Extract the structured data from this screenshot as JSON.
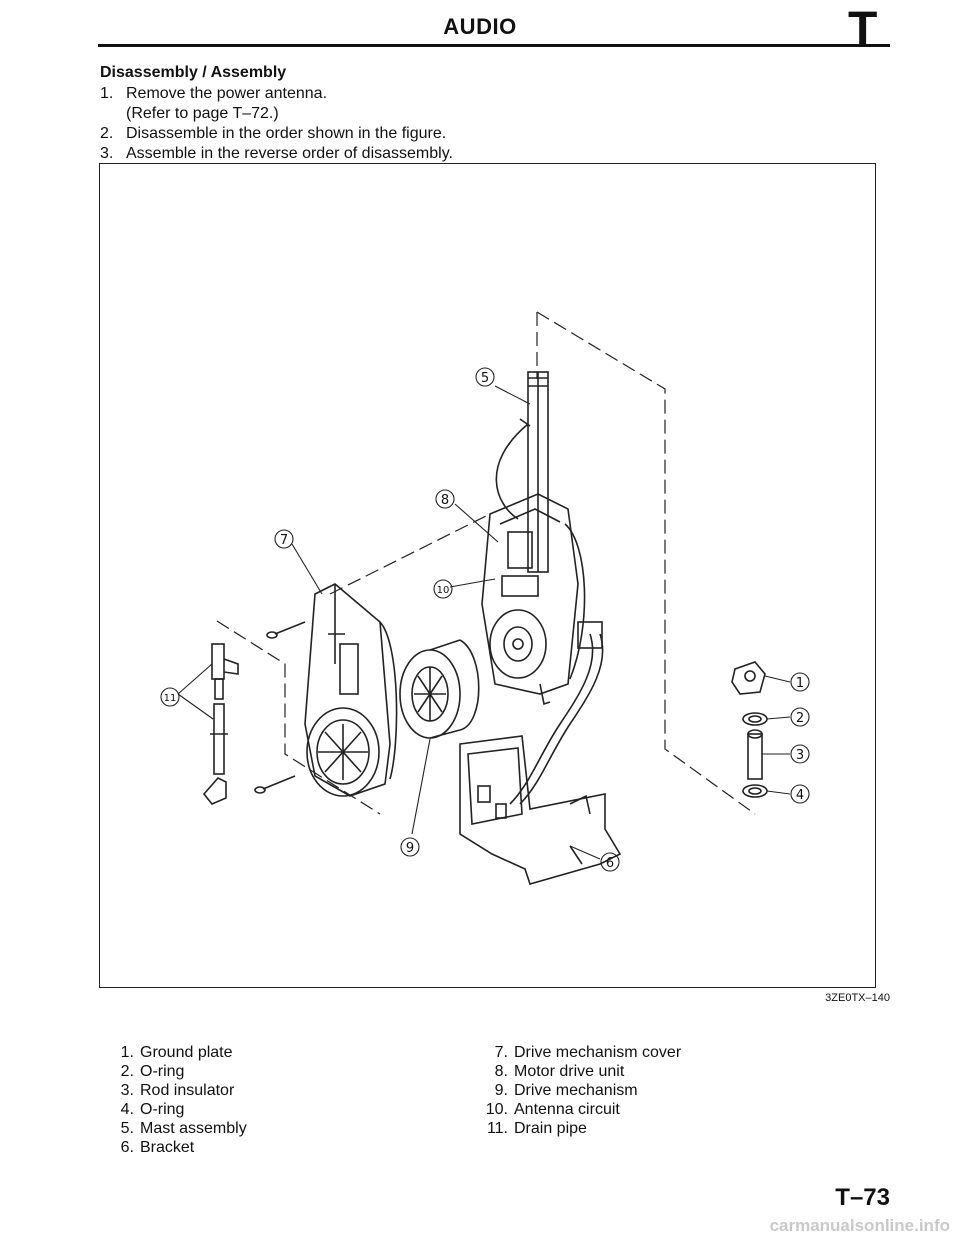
{
  "header": {
    "title": "AUDIO",
    "section_letter": "T"
  },
  "procedure": {
    "heading": "Disassembly / Assembly",
    "steps": [
      {
        "num": "1.",
        "text": "Remove the power antenna.",
        "sub": "(Refer to page T–72.)"
      },
      {
        "num": "2.",
        "text": "Disassemble in the order shown in the figure."
      },
      {
        "num": "3.",
        "text": "Assemble in the reverse order of disassembly."
      }
    ]
  },
  "figure": {
    "code": "3ZE0TX–140",
    "callouts": [
      "1",
      "2",
      "3",
      "4",
      "5",
      "6",
      "7",
      "8",
      "9",
      "10",
      "11"
    ]
  },
  "legend": {
    "left": [
      {
        "num": "1.",
        "label": "Ground plate"
      },
      {
        "num": "2.",
        "label": "O-ring"
      },
      {
        "num": "3.",
        "label": "Rod insulator"
      },
      {
        "num": "4.",
        "label": "O-ring"
      },
      {
        "num": "5.",
        "label": "Mast assembly"
      },
      {
        "num": "6.",
        "label": "Bracket"
      }
    ],
    "right": [
      {
        "num": "7.",
        "label": "Drive mechanism cover"
      },
      {
        "num": "8.",
        "label": "Motor drive unit"
      },
      {
        "num": "9.",
        "label": "Drive mechanism"
      },
      {
        "num": "10.",
        "label": "Antenna circuit"
      },
      {
        "num": "11.",
        "label": "Drain pipe"
      }
    ]
  },
  "page_number": "T–73",
  "watermark": "carmanualsonline.info"
}
